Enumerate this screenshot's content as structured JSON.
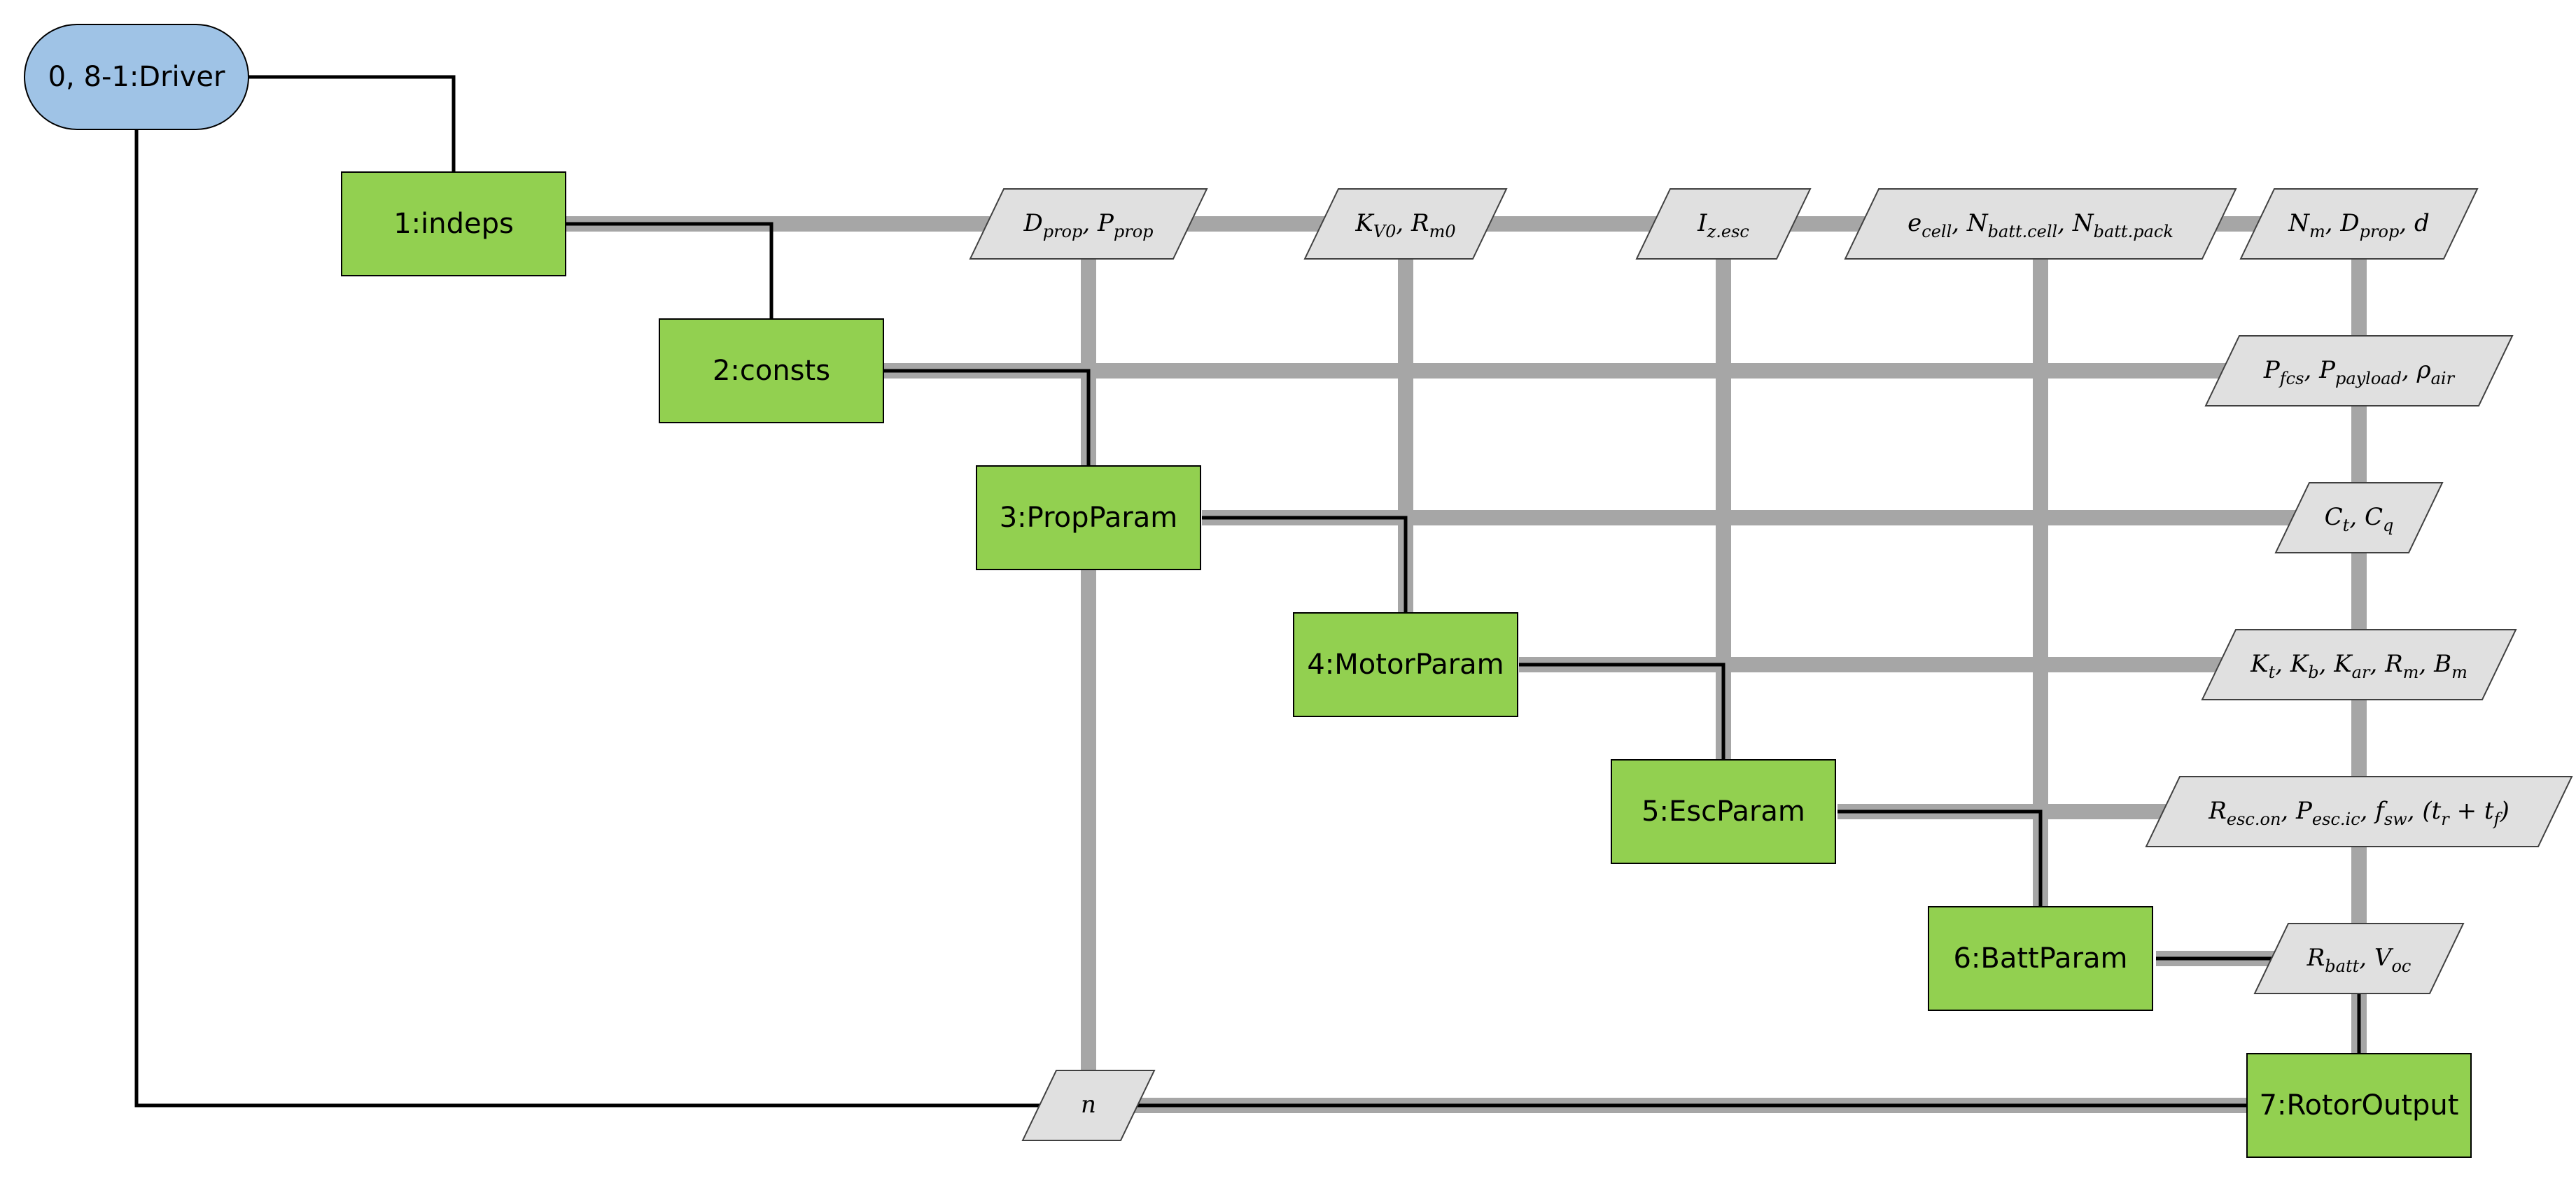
{
  "diagram": {
    "colors": {
      "driver_fill": "#9fc3e6",
      "component_fill": "#92d050",
      "data_fill": "#e0e0e0",
      "data_line": "#a6a6a6",
      "process_line": "#000000"
    },
    "driver": {
      "label": "0, 8-1:Driver"
    },
    "components": [
      {
        "id": "indeps",
        "label": "1:indeps"
      },
      {
        "id": "consts",
        "label": "2:consts"
      },
      {
        "id": "propparam",
        "label": "3:PropParam"
      },
      {
        "id": "motorparam",
        "label": "4:MotorParam"
      },
      {
        "id": "escparam",
        "label": "5:EscParam"
      },
      {
        "id": "battparam",
        "label": "6:BattParam"
      },
      {
        "id": "rotoroutput",
        "label": "7:RotorOutput"
      }
    ],
    "data_nodes": [
      {
        "id": "d-prop-p-prop",
        "parts": [
          [
            "D",
            "prop"
          ],
          ", ",
          [
            "P",
            "prop"
          ]
        ]
      },
      {
        "id": "kv0-rm0",
        "parts": [
          [
            "K",
            "V0"
          ],
          ", ",
          [
            "R",
            "m0"
          ]
        ]
      },
      {
        "id": "iz-esc",
        "parts": [
          [
            "I",
            "z.esc"
          ]
        ]
      },
      {
        "id": "ecell-nbatt",
        "parts": [
          [
            "e",
            "cell"
          ],
          ", ",
          [
            "N",
            "batt.cell"
          ],
          ", ",
          [
            "N",
            "batt.pack"
          ]
        ]
      },
      {
        "id": "nm-dprop-d",
        "parts": [
          [
            "N",
            "m"
          ],
          ", ",
          [
            "D",
            "prop"
          ],
          ", d"
        ]
      },
      {
        "id": "pfcs-ppayload-rho",
        "parts": [
          [
            "P",
            "fcs"
          ],
          ", ",
          [
            "P",
            "payload"
          ],
          ", ",
          [
            "ρ",
            "air"
          ]
        ]
      },
      {
        "id": "ct-cq",
        "parts": [
          [
            "C",
            "t"
          ],
          ", ",
          [
            "C",
            "q"
          ]
        ]
      },
      {
        "id": "kt-kb-kar-rm-bm",
        "parts": [
          [
            "K",
            "t"
          ],
          ", ",
          [
            "K",
            "b"
          ],
          ", ",
          [
            "K",
            "ar"
          ],
          ", ",
          [
            "R",
            "m"
          ],
          ", ",
          [
            "B",
            "m"
          ]
        ]
      },
      {
        "id": "resc-pesc-fsw-t",
        "parts": [
          [
            "R",
            "esc.on"
          ],
          ", ",
          [
            "P",
            "esc.ic"
          ],
          ", ",
          [
            "f",
            "sw"
          ],
          ", (",
          [
            "t",
            "r"
          ],
          " + ",
          [
            "t",
            "f"
          ],
          ")"
        ]
      },
      {
        "id": "rbatt-voc",
        "parts": [
          [
            "R",
            "batt"
          ],
          ", ",
          [
            "V",
            "oc"
          ]
        ]
      },
      {
        "id": "n",
        "parts": [
          "n"
        ]
      }
    ]
  }
}
